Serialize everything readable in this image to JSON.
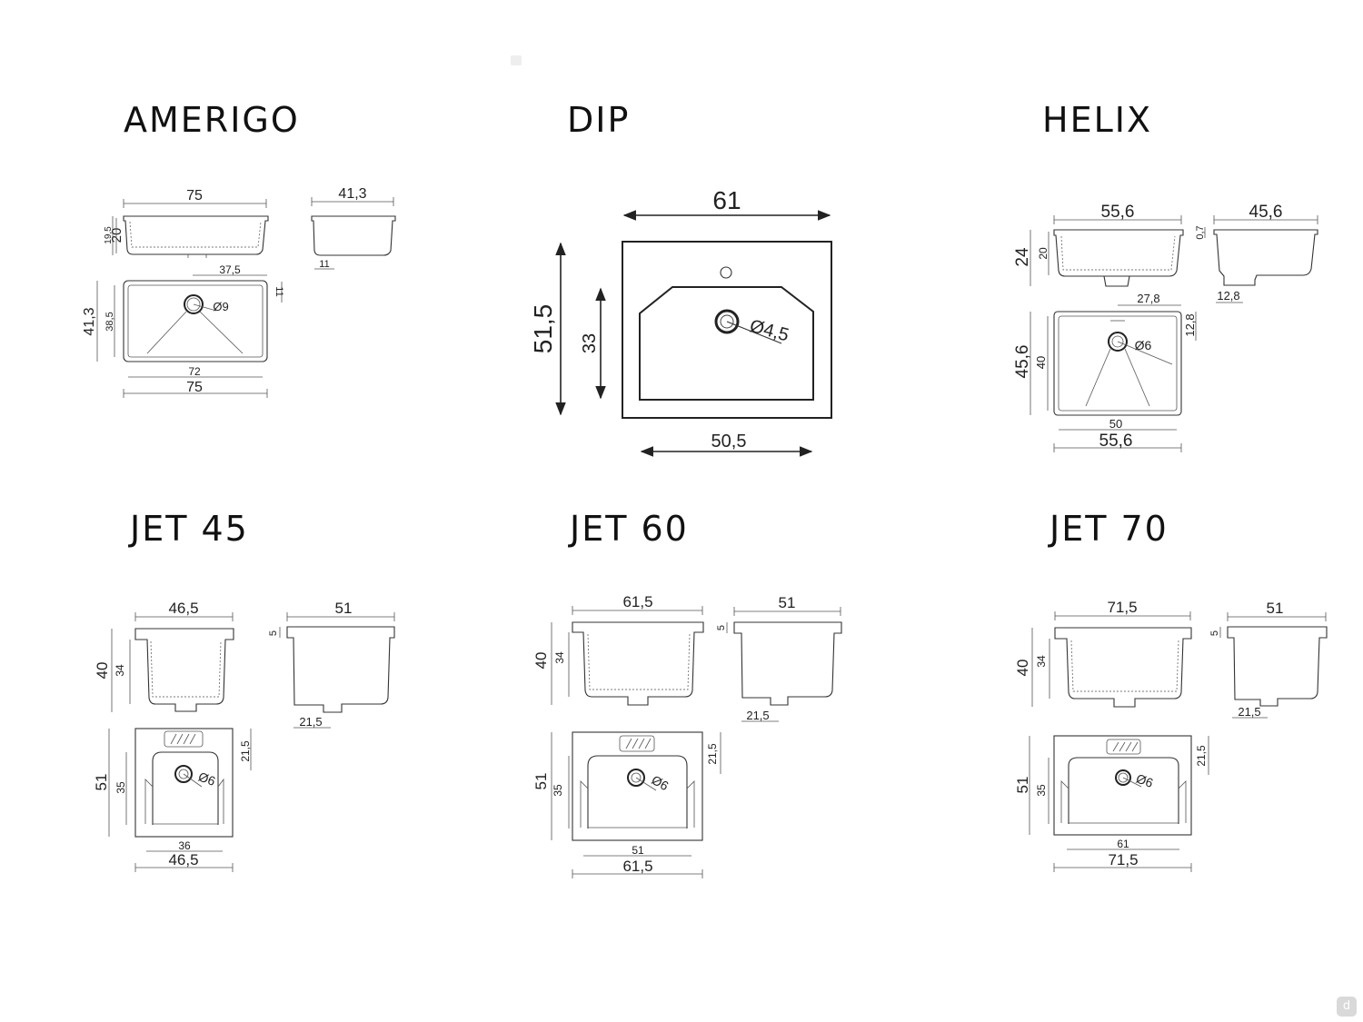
{
  "products": {
    "amerigo": {
      "title": "AMERIGO",
      "dims": {
        "top_width": "75",
        "height_total": "20",
        "height_inner": "19,5",
        "side_depth": "41,3",
        "side_overflow": "11",
        "drain_offset": "37,5",
        "drain_diameter": "Ø9",
        "plan_depth": "41,3",
        "plan_inner_depth": "38,5",
        "plan_offset": "11",
        "plan_inner_width": "72",
        "plan_width": "75"
      }
    },
    "dip": {
      "title": "DIP",
      "dims": {
        "top_width": "61",
        "depth_total": "51,5",
        "basin_depth": "33",
        "drain_diameter": "Ø4,5",
        "bottom_width": "50,5"
      }
    },
    "helix": {
      "title": "HELIX",
      "dims": {
        "top_width": "55,6",
        "height_total": "24",
        "height_inner": "20",
        "side_depth": "45,6",
        "side_rim": "0,7",
        "side_drain_offset": "12,8",
        "drain_offset": "27,8",
        "plan_offset": "12,8",
        "drain_diameter": "Ø6",
        "plan_depth": "45,6",
        "plan_inner_depth": "40",
        "plan_inner_width": "50",
        "plan_width": "55,6"
      }
    },
    "jet45": {
      "title": "JET 45",
      "dims": {
        "top_width": "46,5",
        "height_total": "40",
        "height_inner": "34",
        "side_depth": "51",
        "side_rim": "5",
        "side_drain_offset": "21,5",
        "plan_depth": "51",
        "plan_inner_depth": "35",
        "plan_offset": "21,5",
        "drain_diameter": "Ø6",
        "plan_inner_width": "36",
        "plan_width": "46,5"
      }
    },
    "jet60": {
      "title": "JET 60",
      "dims": {
        "top_width": "61,5",
        "height_total": "40",
        "height_inner": "34",
        "side_depth": "51",
        "side_rim": "5",
        "side_drain_offset": "21,5",
        "plan_depth": "51",
        "plan_inner_depth": "35",
        "plan_offset": "21,5",
        "drain_diameter": "Ø6",
        "plan_inner_width": "51",
        "plan_width": "61,5"
      }
    },
    "jet70": {
      "title": "JET 70",
      "dims": {
        "top_width": "71,5",
        "height_total": "40",
        "height_inner": "34",
        "side_depth": "51",
        "side_rim": "5",
        "side_drain_offset": "21,5",
        "plan_depth": "51",
        "plan_inner_depth": "35",
        "plan_offset": "21,5",
        "drain_diameter": "Ø6",
        "plan_inner_width": "61",
        "plan_width": "71,5"
      }
    }
  },
  "brand": {
    "logo_text": "d",
    "icon": "brand-logo-icon"
  },
  "colors": {
    "ink": "#222222",
    "background": "#ffffff",
    "badge": "#d9d9d9"
  }
}
